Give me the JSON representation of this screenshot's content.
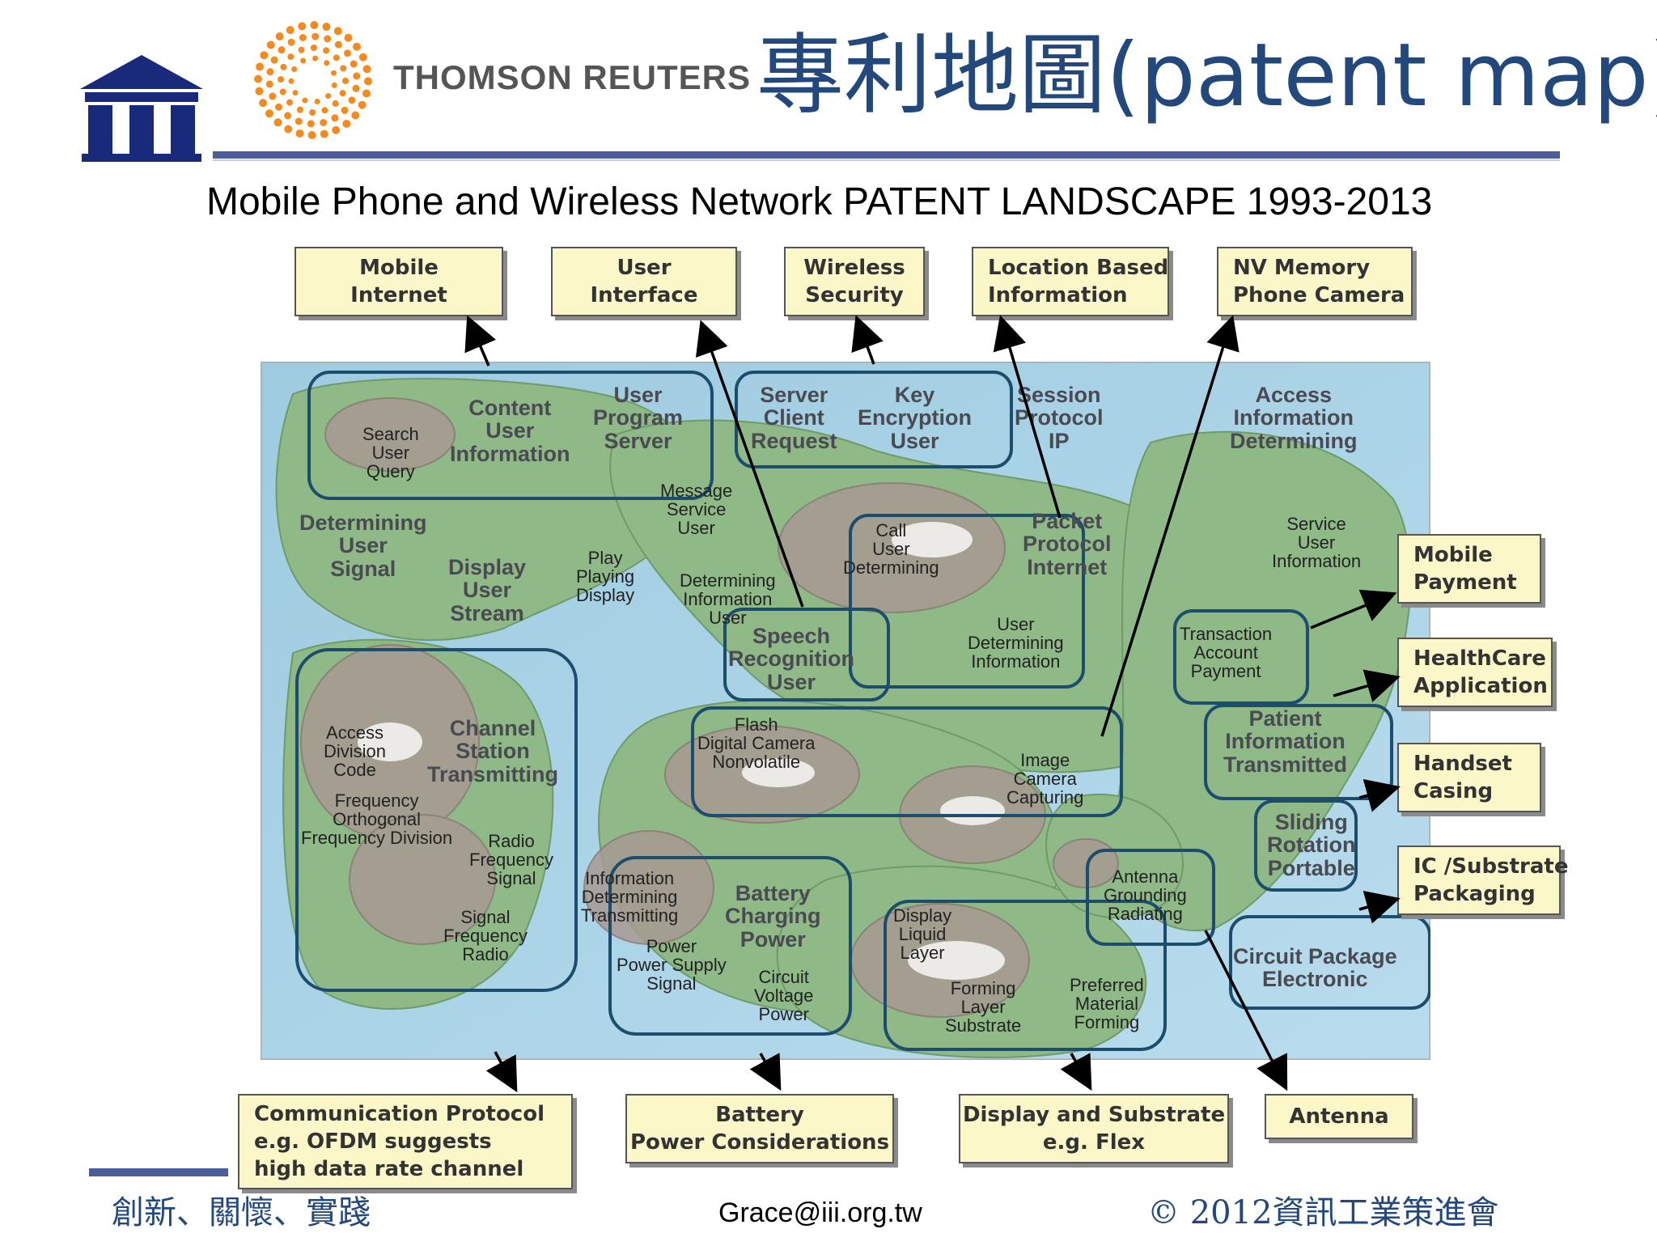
{
  "header": {
    "title": "專利地圖(patent map)",
    "partner_logo_text": "THOMSON REUTERS",
    "subtitle": "Mobile Phone and Wireless Network PATENT LANDSCAPE 1993-2013"
  },
  "colors": {
    "accent": "#23497c",
    "rule": "#4a5e9c",
    "callout_bg": "#fbf7c9",
    "cluster_border": "#1d4d6d",
    "orange_logo": "#f58a1f"
  },
  "callouts": {
    "mobile_internet": [
      "Mobile",
      "Internet"
    ],
    "user_interface": [
      "User",
      "Interface"
    ],
    "wireless_security": [
      "Wireless",
      "Security"
    ],
    "location_based": [
      "Location Based",
      "Information"
    ],
    "nv_memory": [
      "NV Memory",
      "Phone Camera"
    ],
    "mobile_payment": [
      "Mobile",
      "Payment"
    ],
    "healthcare": [
      "HealthCare",
      "Application"
    ],
    "handset_casing": [
      "Handset",
      "Casing"
    ],
    "ic_substrate": [
      "IC /Substrate",
      "Packaging"
    ],
    "communication_protocol": [
      "Communication Protocol",
      "e.g. OFDM suggests",
      "high data rate channel"
    ],
    "battery": [
      "Battery",
      "Power Considerations"
    ],
    "display_substrate": [
      "Display and Substrate",
      "e.g. Flex"
    ],
    "antenna": [
      "Antenna"
    ]
  },
  "map_labels": {
    "search_user_query": [
      "Search",
      "User",
      "Query"
    ],
    "content_user_information": [
      "Content",
      "User",
      "Information"
    ],
    "user_program_server": [
      "User",
      "Program",
      "Server"
    ],
    "server_client_request": [
      "Server",
      "Client",
      "Request"
    ],
    "key_encryption_user": [
      "Key",
      "Encryption",
      "User"
    ],
    "session_protocol_ip": [
      "Session",
      "Protocol",
      "IP"
    ],
    "access_information_determining": [
      "Access",
      "Information",
      "Determining"
    ],
    "message_service_user": [
      "Message",
      "Service",
      "User"
    ],
    "determining_user_signal": [
      "Determining",
      "User",
      "Signal"
    ],
    "display_user_stream": [
      "Display",
      "User",
      "Stream"
    ],
    "play_playing_display": [
      "Play",
      "Playing",
      "Display"
    ],
    "determining_information_user": [
      "Determining",
      "Information",
      "User"
    ],
    "call_user_determining": [
      "Call",
      "User",
      "Determining"
    ],
    "packet_protocol_internet": [
      "Packet",
      "Protocol",
      "Internet"
    ],
    "service_user_information": [
      "Service",
      "User",
      "Information"
    ],
    "speech_recognition_user": [
      "Speech",
      "Recognition",
      "User"
    ],
    "user_determining_information": [
      "User",
      "Determining",
      "Information"
    ],
    "transaction_account_payment": [
      "Transaction",
      "Account",
      "Payment"
    ],
    "access_division_code": [
      "Access",
      "Division",
      "Code"
    ],
    "channel_station_transmitting": [
      "Channel",
      "Station",
      "Transmitting"
    ],
    "frequency_orthogonal": [
      "Frequency",
      "Orthogonal",
      "Frequency Division"
    ],
    "radio_frequency_signal": [
      "Radio",
      "Frequency",
      "Signal"
    ],
    "signal_frequency_radio": [
      "Signal",
      "Frequency",
      "Radio"
    ],
    "flash_digital_camera": [
      "Flash",
      "Digital Camera",
      "Nonvolatile"
    ],
    "image_camera_capturing": [
      "Image",
      "Camera",
      "Capturing"
    ],
    "patient_information_transmitted": [
      "Patient",
      "Information",
      "Transmitted"
    ],
    "sliding_rotation_portable": [
      "Sliding",
      "Rotation",
      "Portable"
    ],
    "information_determining_transmitting": [
      "Information",
      "Determining",
      "Transmitting"
    ],
    "battery_charging_power": [
      "Battery",
      "Charging",
      "Power"
    ],
    "power_supply_signal": [
      "Power",
      "Power Supply",
      "Signal"
    ],
    "circuit_voltage_power": [
      "Circuit",
      "Voltage",
      "Power"
    ],
    "antenna_grounding_radiating": [
      "Antenna",
      "Grounding",
      "Radiating"
    ],
    "display_liquid_layer": [
      "Display",
      "Liquid",
      "Layer"
    ],
    "forming_layer_substrate": [
      "Forming",
      "Layer",
      "Substrate"
    ],
    "preferred_material_forming": [
      "Preferred",
      "Material",
      "Forming"
    ],
    "circuit_package_electronic": [
      "Circuit Package",
      "Electronic"
    ]
  },
  "footer": {
    "motto": "創新、關懷、實踐",
    "email": "Grace@iii.org.tw",
    "copyright": "© 2012資訊工業策進會"
  }
}
